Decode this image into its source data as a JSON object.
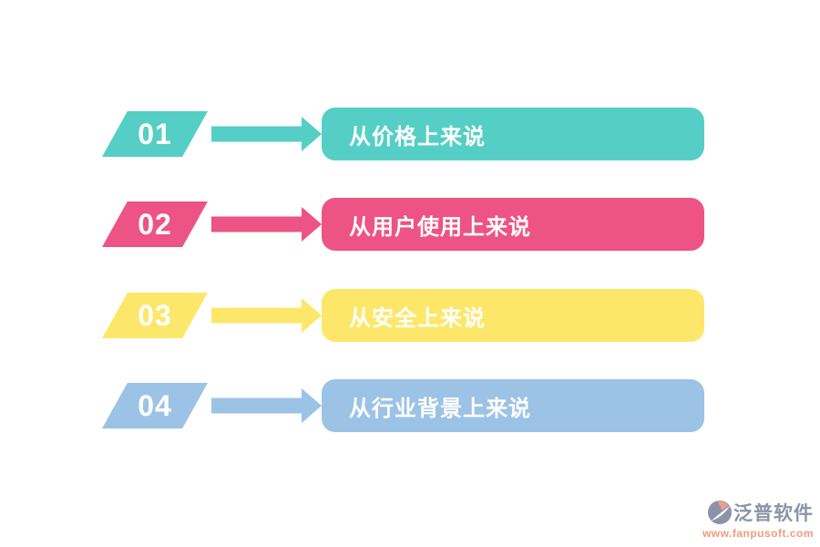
{
  "background": "#FFFFFF",
  "rows": [
    {
      "number": "01",
      "label": "从价格上来说",
      "color": "#55CFC5"
    },
    {
      "number": "02",
      "label": "从用户使用上来说",
      "color": "#ED5384"
    },
    {
      "number": "03",
      "label": "从安全上来说",
      "color": "#FDE76A"
    },
    {
      "number": "04",
      "label": "从行业背景上来说",
      "color": "#9CC3E6"
    }
  ],
  "footer": {
    "brand": "泛普软件",
    "url": "www.fanpusoft.com",
    "brand_color": "#8B93A7",
    "url_color": "#EF9B7B"
  }
}
